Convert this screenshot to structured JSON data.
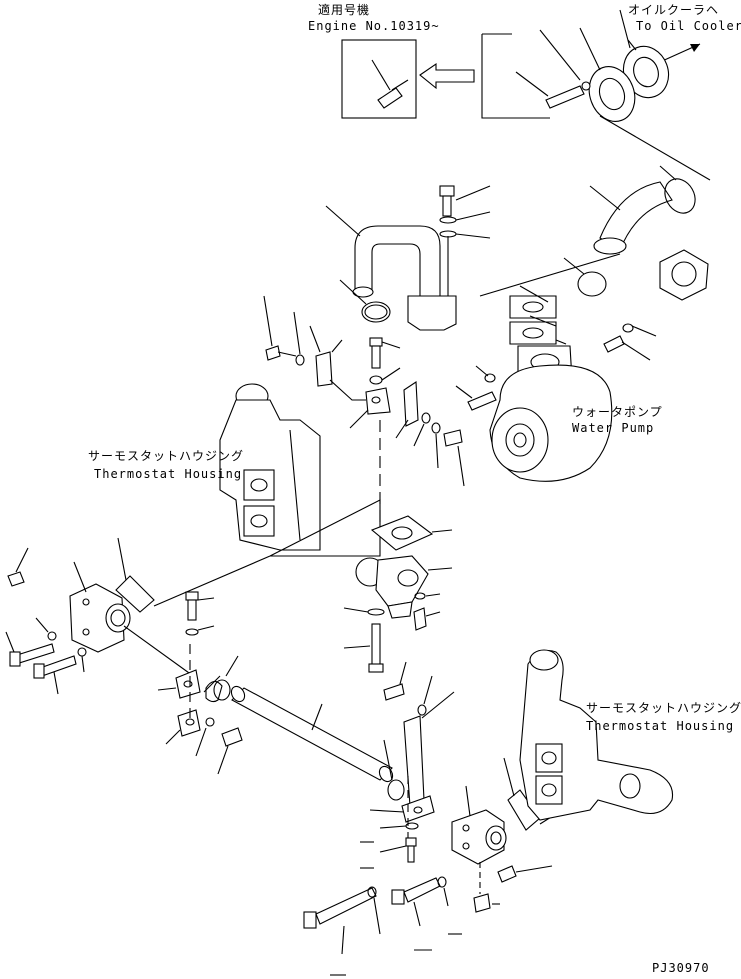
{
  "labels": {
    "applicable_model_jp": "適用号機",
    "engine_no": "Engine No.10319~",
    "to_oil_cooler_jp": "オイルクーラヘ",
    "to_oil_cooler_en": "To Oil Cooler",
    "water_pump_jp": "ウォータポンプ",
    "water_pump_en": "Water Pump",
    "thermostat_housing_left_jp": "サーモスタットハウジング",
    "thermostat_housing_left_en": "Thermostat Housing",
    "thermostat_housing_right_jp": "サーモスタットハウジング",
    "thermostat_housing_right_en": "Thermostat Housing",
    "drawing_code": "PJ30970"
  },
  "colors": {
    "line": "#000000",
    "background": "#ffffff"
  }
}
